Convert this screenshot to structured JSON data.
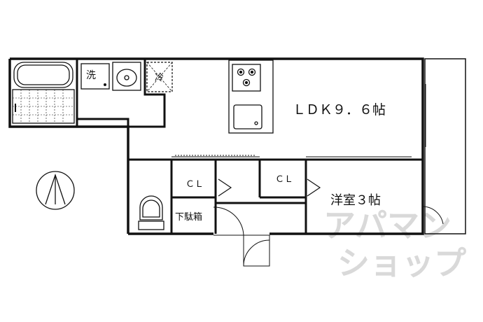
{
  "rooms": {
    "ldk": "ＬＤＫ９．６帖",
    "western": "洋室３帖",
    "closet_1": "ＣＬ",
    "closet_2": "ＣＬ",
    "shoe_box": "下駄箱",
    "washer": "洗",
    "fridge": "冷"
  },
  "watermark": {
    "line1": "アパマン",
    "line2": "ショップ"
  },
  "colors": {
    "wall": "#111111",
    "watermark": "#d9d9d9"
  },
  "icons": [
    "compass-icon",
    "bathtub-icon",
    "toilet-icon",
    "stove-icon",
    "sink-icon",
    "washbasin-icon",
    "door-icon"
  ]
}
